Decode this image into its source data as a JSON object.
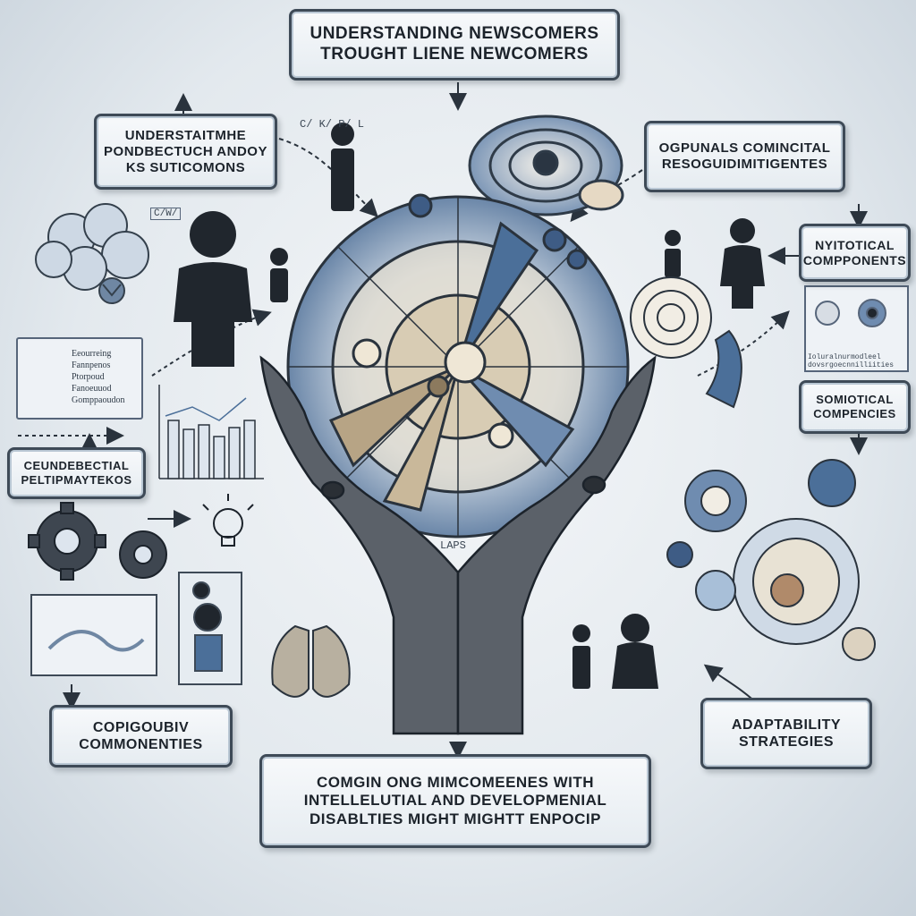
{
  "title_box": {
    "line1": "UNDERSTANDING NEWSCOMERS",
    "line2": "TROUGHT LIENE NEWCOMERS"
  },
  "left_top_box": {
    "line1": "UNDERSTAITMHE",
    "line2": "PONDBECTUCH ANDOY",
    "line3": "KS SUTICOMONS"
  },
  "right_top_box": {
    "line1": "OGPUNALS COMINCITAL",
    "line2": "RESOGUIDIMITIGENTES"
  },
  "right_components_box": {
    "line1": "NYITOTICAL",
    "line2": "COMPPONENTS"
  },
  "right_panel_caption": "Ioluralnurmodleel dovsrgoecnnilliities",
  "right_mid_label": {
    "line1": "SOMIOTICAL",
    "line2": "COMPENCIES"
  },
  "left_mid_box": {
    "line1": "CEUNDEBECTIAL",
    "line2": "PELTIPMAYTEKOS"
  },
  "left_panel_lines": [
    "Eeourreing",
    "Fannpenos",
    "Ptorpoud",
    "Fanoeuuod",
    "Gomppaoudon"
  ],
  "bottom_left_box": {
    "line1": "COPIGOUBIV",
    "line2": "COMMONENTIES"
  },
  "bottom_right_box": {
    "line1": "ADAPTABILITY",
    "line2": "STRATEGIES"
  },
  "bottom_box": {
    "line1": "COMGIN ONG MIMCOMEENES WITH",
    "line2": "INTELLELUTIAL AND DEVELOPMENIAL",
    "line3": "DISABLTIES MIGHT MIGHTT  ENPOCIP"
  },
  "palm_note": "LAPS",
  "top_left_scribble": "C/ K/ P/ L",
  "small_tag": "C/W/",
  "colors": {
    "ink": "#1c232b",
    "accent_blue": "#4b6f99",
    "light_blue": "#a8bfd8",
    "beige": "#c9b89a",
    "heart": "#b08a6a"
  }
}
